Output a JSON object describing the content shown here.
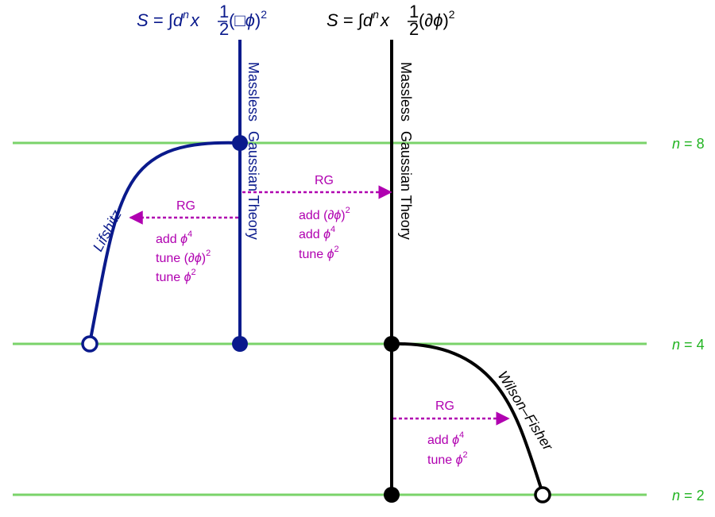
{
  "colors": {
    "navy": "#0a1a8c",
    "black": "#000000",
    "magenta": "#b000b0",
    "green": "#22b422",
    "levelLine": "#7ad36a"
  },
  "equations": {
    "left": {
      "S": "S",
      "eq": "=",
      "integral": "∫",
      "d": "d",
      "n": "n",
      "x": "x",
      "halfNum": "1",
      "halfDen": "2",
      "op": "□",
      "phi": "ϕ",
      "lp": "(",
      "rp": ")",
      "sq": "2"
    },
    "right": {
      "S": "S",
      "eq": "=",
      "integral": "∫",
      "d": "d",
      "n": "n",
      "x": "x",
      "halfNum": "1",
      "halfDen": "2",
      "op": "∂",
      "phi": "ϕ",
      "lp": "(",
      "rp": ")",
      "sq": "2"
    }
  },
  "levels": [
    {
      "n": "n",
      "eq": "=",
      "value": "8"
    },
    {
      "n": "n",
      "eq": "=",
      "value": "4"
    },
    {
      "n": "n",
      "eq": "=",
      "value": "2"
    }
  ],
  "verticalLabels": {
    "left": {
      "word1": "Massless",
      "word2": "Gaussian Theory"
    },
    "right": {
      "word1": "Massless",
      "word2": "Gaussian Theory"
    }
  },
  "curves": {
    "lifshitz": "Lifshitz",
    "wilsonFisher": "Wilson–Fisher"
  },
  "rgFlows": {
    "lifshitzFlow": {
      "label": "RG",
      "lines": [
        {
          "prefix": "add ",
          "sym": "ϕ",
          "sup": "4"
        },
        {
          "prefix": "tune (∂",
          "sym": "ϕ",
          "suffix": ")",
          "sup": "2"
        },
        {
          "prefix": "tune ",
          "sym": "ϕ",
          "sup": "2"
        }
      ]
    },
    "crossFlow": {
      "label": "RG",
      "lines": [
        {
          "prefix": "add (∂",
          "sym": "ϕ",
          "suffix": ")",
          "sup": "2"
        },
        {
          "prefix": "add ",
          "sym": "ϕ",
          "sup": "4"
        },
        {
          "prefix": "tune ",
          "sym": "ϕ",
          "sup": "2"
        }
      ]
    },
    "wfFlow": {
      "label": "RG",
      "lines": [
        {
          "prefix": "add ",
          "sym": "ϕ",
          "sup": "4"
        },
        {
          "prefix": "tune ",
          "sym": "ϕ",
          "sup": "2"
        }
      ]
    }
  }
}
